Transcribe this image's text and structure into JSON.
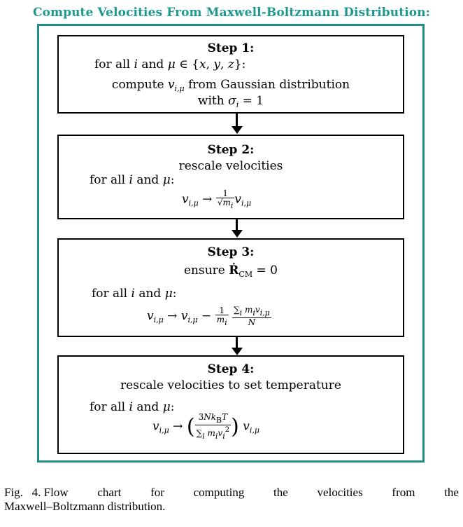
{
  "title": "Compute Velocities From Maxwell-Boltzmann Distribution:",
  "steps": [
    {
      "heading": "Step 1:",
      "loop": "for all i and μ ∈ {x, y, z}:",
      "action_line1": "compute v_{i,μ} from Gaussian distribution",
      "action_line2": "with σ_i = 1"
    },
    {
      "heading": "Step 2:",
      "desc": "rescale velocities",
      "loop": "for all i and μ:",
      "formula": "v_{i,μ} → (1/√m_i) v_{i,μ}"
    },
    {
      "heading": "Step 3:",
      "desc_prefix": "ensure",
      "desc_expr": "Ṙ_CM = 0",
      "loop": "for all i and μ:",
      "formula": "v_{i,μ} → v_{i,μ} − (1/m_i)(Σ_i m_i v_{i,μ} / N)"
    },
    {
      "heading": "Step 4:",
      "desc": "rescale velocities to set temperature",
      "loop": "for all i and μ:",
      "formula": "v_{i,μ} → (3N k_B T / Σ_i m_i v_i^2) v_{i,μ}"
    }
  ],
  "caption": {
    "label": "Fig.",
    "number": "4.",
    "text": "Flow chart for computing the velocities from the Maxwell–Boltzmann distribution."
  }
}
